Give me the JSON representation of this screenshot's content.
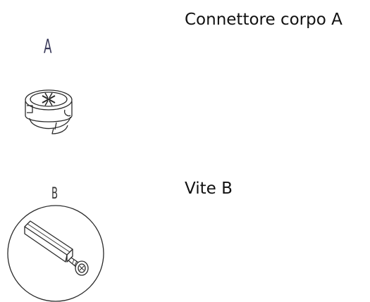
{
  "parts": [
    {
      "letter": "A",
      "caption": "Connettore corpo A",
      "illustration": "cam-connector-drawing"
    },
    {
      "letter": "B",
      "caption": "Vite B",
      "illustration": "screw-bolt-drawing"
    }
  ]
}
